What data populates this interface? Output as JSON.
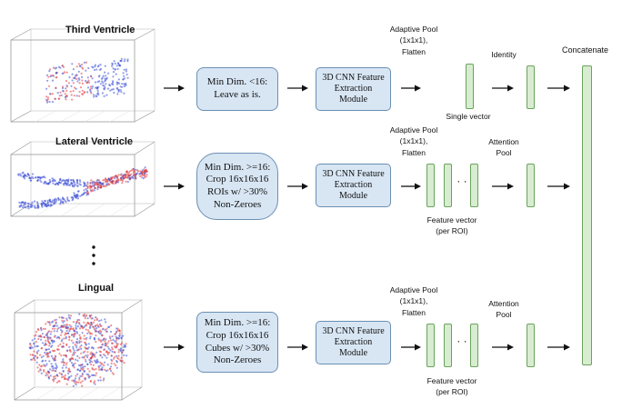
{
  "rows": [
    {
      "roi_title": "Third Ventricle",
      "preprocess": "Min Dim. <16:\nLeave as is.",
      "cnn": "3D CNN Feature\nExtraction\nModule",
      "pool": "Adaptive Pool\n(1x1x1),\nFlatten",
      "vector_caption": "Single vector",
      "aggregator": "Identity"
    },
    {
      "roi_title": "Lateral Ventricle",
      "preprocess": "Min Dim. >=16:\nCrop 16x16x16\nROIs w/ >30%\nNon-Zeroes",
      "cnn": "3D CNN Feature\nExtraction\nModule",
      "pool": "Adaptive Pool\n(1x1x1),\nFlatten",
      "vector_caption": "Feature vector\n(per ROI)",
      "aggregator": "Attention\nPool"
    },
    {
      "roi_title": "Lingual",
      "preprocess": "Min Dim. >=16:\nCrop 16x16x16\nCubes w/ >30%\nNon-Zeroes",
      "cnn": "3D CNN Feature\nExtraction\nModule",
      "pool": "Adaptive Pool\n(1x1x1),\nFlatten",
      "vector_caption": "Feature vector\n(per ROI)",
      "aggregator": "Attention\nPool"
    }
  ],
  "ellipsis_between_vectors": "· ·",
  "concatenate_label": "Concatenate",
  "colors": {
    "blue_box_fill": "#d8e6f4",
    "blue_box_border": "#6b8fb3",
    "green_fill": "#d7ecd0",
    "green_border": "#6aa35c",
    "point_red": "#e23b3b",
    "point_blue": "#3a4fd6"
  }
}
